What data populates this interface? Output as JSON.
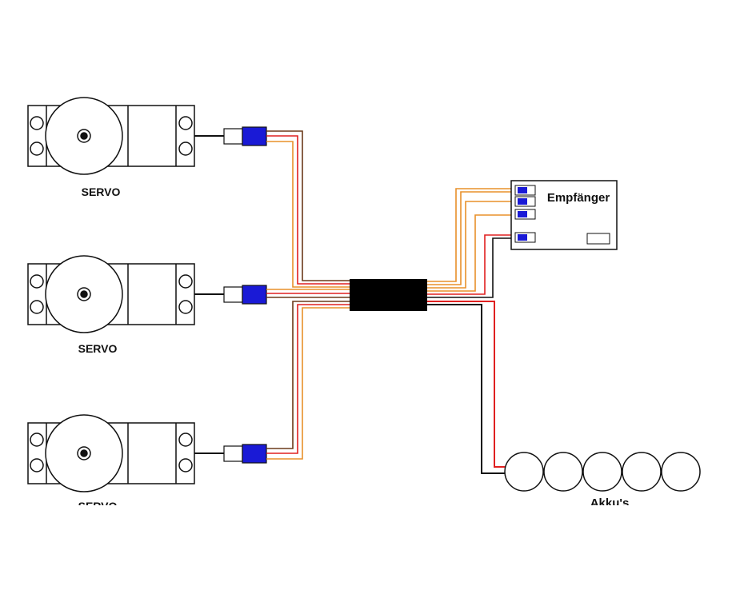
{
  "servos": [
    {
      "label": "SERVO"
    },
    {
      "label": "SERVO"
    },
    {
      "label": "SERVO"
    }
  ],
  "receiver": {
    "label": "Empfänger"
  },
  "battery": {
    "label": "Akku's",
    "cell_count": 5
  },
  "colors": {
    "outline": "#111111",
    "connector": "#1a1ad6",
    "wire_orange": "#e8902a",
    "wire_red": "#e02020",
    "wire_brown": "#6b3a1a",
    "wire_black": "#111111",
    "hub": "#000000"
  }
}
